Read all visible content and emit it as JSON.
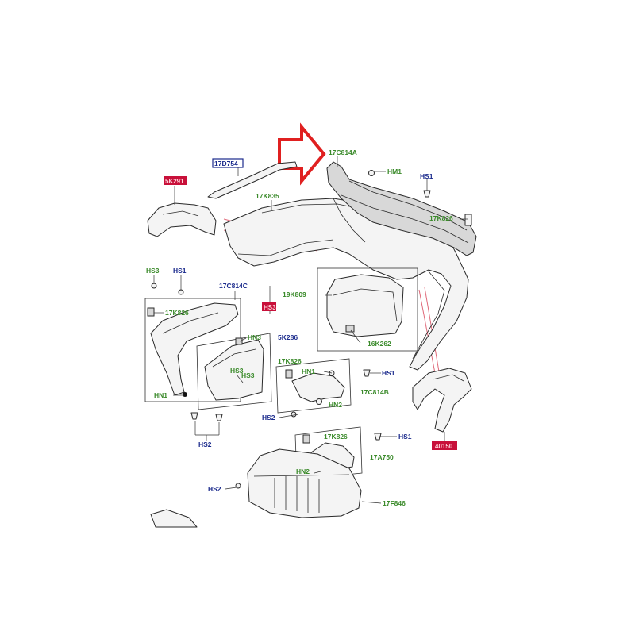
{
  "labels": {
    "l_17C814A": "17C814A",
    "l_HM1": "HM1",
    "l_HS1_top": "HS1",
    "l_17K826_top": "17K826",
    "l_17D754": "17D754",
    "l_5K291": "5K291",
    "l_17K835": "17K835",
    "l_HS3_left": "HS3",
    "l_HS1_left": "HS1",
    "l_17C814C": "17C814C",
    "l_17K826_left": "17K826",
    "l_HS3_red": "HS3",
    "l_19K809": "19K809",
    "l_16K262": "16K262",
    "l_HN3": "HN3",
    "l_5K286": "5K286",
    "l_HS3_mid_a": "HS3",
    "l_HS3_mid_b": "HS3",
    "l_17K826_mid": "17K826",
    "l_HN1_mid": "HN1",
    "l_HS1_mid": "HS1",
    "l_17C814B": "17C814B",
    "l_HN2_mid": "HN2",
    "l_HN1_left": "HN1",
    "l_HS2_mid": "HS2",
    "l_HS2_left": "HS2",
    "l_17K826_low": "17K826",
    "l_HS1_low": "HS1",
    "l_17A750": "17A750",
    "l_HN2_low": "HN2",
    "l_40150": "40150",
    "l_HS2_low": "HS2",
    "l_17F846": "17F846"
  },
  "colors": {
    "label_green": "#3a8a2a",
    "label_blue": "#1a2a8c",
    "highlight_red": "#c8103a",
    "callout_arrow_red": "#e02020",
    "reference_line_pink": "#e06a7a"
  }
}
